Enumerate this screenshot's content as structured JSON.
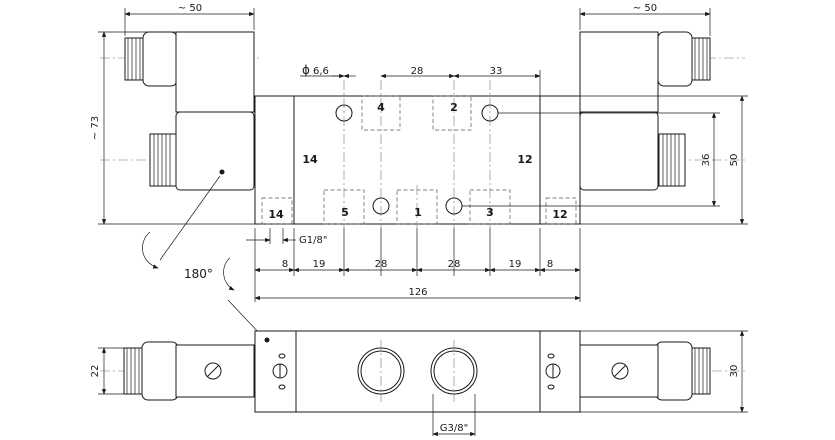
{
  "dimensions": {
    "coil_left_width": "~ 50",
    "coil_right_width": "~ 50",
    "overall_height": "~ 73",
    "bore_diameter": "6,6",
    "pitch_top_a": "28",
    "pitch_top_b": "33",
    "offset_36": "36",
    "body_height": "50",
    "pilot_thread": "G1/8\"",
    "chain": [
      "8",
      "19",
      "28",
      "28",
      "19",
      "8"
    ],
    "body_length": "126",
    "rotation": "180°",
    "bottom_left": "22",
    "bottom_right": "30",
    "port_thread": "G3/8\""
  },
  "ports": {
    "p4": "4",
    "p2": "2",
    "p14": "14",
    "p12": "12",
    "p5": "5",
    "p1": "1",
    "p3": "3",
    "pilot14": "14",
    "pilot12": "12"
  },
  "symbols": {
    "diameter": "ϕ"
  }
}
